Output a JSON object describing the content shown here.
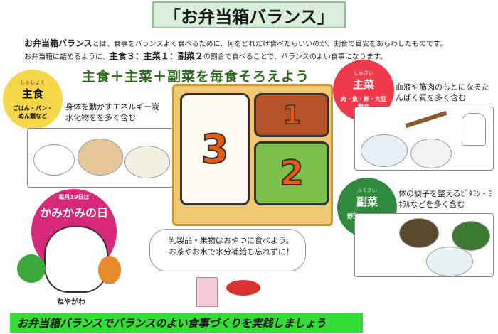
{
  "title": "「お弁当箱バランス」",
  "intro": {
    "line1_bold": "お弁当箱バランス",
    "line1_rest": "とは、食事をバランスよく食べるために、何をどれだけ食べたらいいのか、割合の目安をあらわしたものです。",
    "line2_pre": "お弁当箱に詰めるように、",
    "line2_bold": "主食３：主菜１：副菜２",
    "line2_post": "の割合で食べることで、バランスのよい食事になります。"
  },
  "headline": "主食＋主菜＋副菜を毎食そろえよう",
  "shushoku": {
    "ruby": "しゅしょく",
    "name": "主食",
    "foods": "ごはん・パン・めん類など",
    "desc": "身体を動かすエネルギー炭水化物をを多く含む"
  },
  "shusai": {
    "ruby": "しゅさい",
    "name": "主菜",
    "foods": "肉・魚・卵・大豆製品",
    "desc": "血液や筋肉のもとになるたんぱく質を多く含む"
  },
  "fukusai": {
    "ruby": "ふくさい",
    "name": "副菜",
    "foods": "野菜・海草・きのこなど",
    "desc": "体の調子を整えるﾋﾞﾀﾐﾝ・ﾐﾈﾗﾙなどを多く含む"
  },
  "bento": {
    "n3": "3",
    "n1": "1",
    "n2": "2"
  },
  "mascot": {
    "caption": "毎月19日は",
    "title": "かみかみの日",
    "sign": "ねやがわ"
  },
  "bubble": {
    "line1": "乳製品・果物はおやつに食べよう。",
    "line2": "お茶やお水で水分補給も忘れずに！"
  },
  "footer": "お弁当箱バランスでバランスのよい食事づくりを実践しましょう",
  "colors": {
    "shushoku": "#f5d84a",
    "shusai": "#ee3a4a",
    "fukusai": "#2e8b3e",
    "footer": "#33dd33"
  }
}
